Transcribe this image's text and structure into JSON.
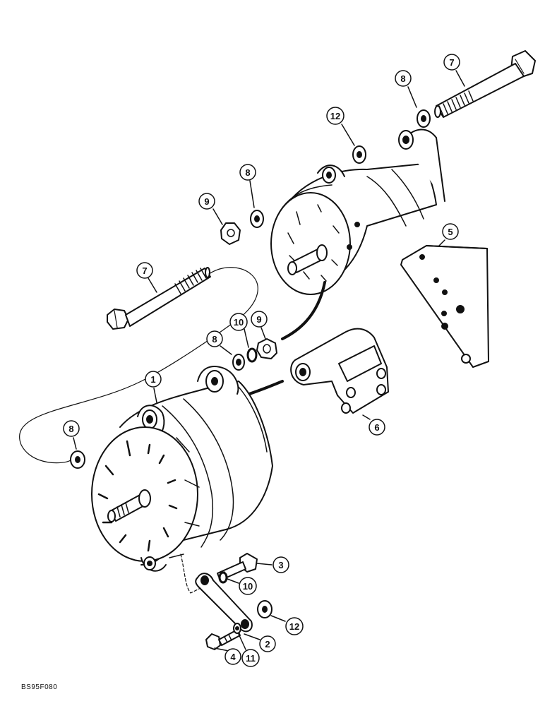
{
  "figure_id": "BS95F080",
  "callouts": {
    "c1": "1",
    "c2": "2",
    "c3": "3",
    "c4": "4",
    "c5": "5",
    "c6": "6",
    "c7a": "7",
    "c7b": "7",
    "c8a": "8",
    "c8b": "8",
    "c8c": "8",
    "c8d": "8",
    "c9a": "9",
    "c9b": "9",
    "c10a": "10",
    "c10b": "10",
    "c11": "11",
    "c12a": "12",
    "c12b": "12"
  },
  "colors": {
    "line": "#111111",
    "paper": "#ffffff"
  }
}
